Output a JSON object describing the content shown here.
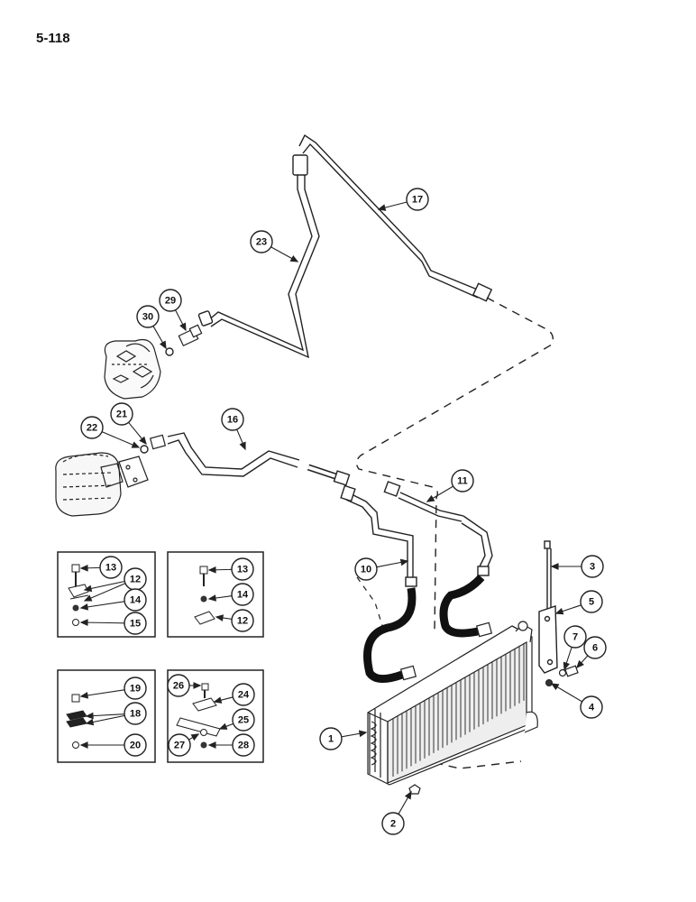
{
  "page_number": "5-118",
  "callouts": [
    {
      "label": "1"
    },
    {
      "label": "2"
    },
    {
      "label": "3"
    },
    {
      "label": "4"
    },
    {
      "label": "5"
    },
    {
      "label": "6"
    },
    {
      "label": "7"
    },
    {
      "label": "10"
    },
    {
      "label": "11"
    },
    {
      "label": "16"
    },
    {
      "label": "17"
    },
    {
      "label": "21"
    },
    {
      "label": "22"
    },
    {
      "label": "23"
    },
    {
      "label": "29"
    },
    {
      "label": "30"
    },
    {
      "label": "13"
    },
    {
      "label": "12"
    },
    {
      "label": "14"
    },
    {
      "label": "15"
    },
    {
      "label": "13"
    },
    {
      "label": "14"
    },
    {
      "label": "12"
    },
    {
      "label": "19"
    },
    {
      "label": "18"
    },
    {
      "label": "20"
    },
    {
      "label": "26"
    },
    {
      "label": "24"
    },
    {
      "label": "25"
    },
    {
      "label": "27"
    },
    {
      "label": "28"
    }
  ]
}
